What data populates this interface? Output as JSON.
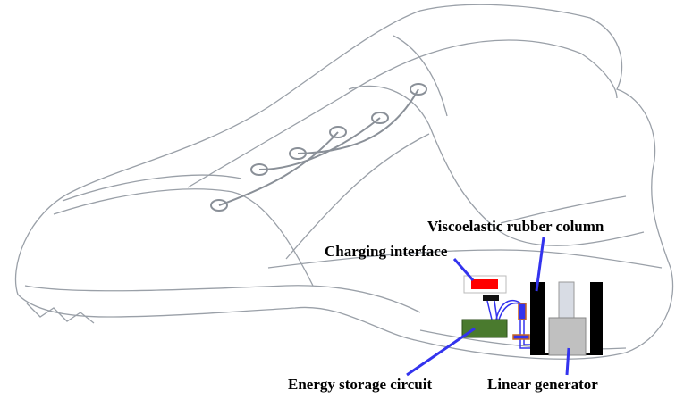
{
  "labels": {
    "charging_interface": "Charging interface",
    "viscoelastic_rubber_column": "Viscoelastic rubber column",
    "energy_storage_circuit": "Energy storage circuit",
    "linear_generator": "Linear generator"
  },
  "colors": {
    "pointer": "#3333ee",
    "charging_port": "#ff0000",
    "circuit_board": "#4a7a2e",
    "rubber": "#000000",
    "generator": "#c0c0c0",
    "sketch": "#9aa0a8"
  }
}
